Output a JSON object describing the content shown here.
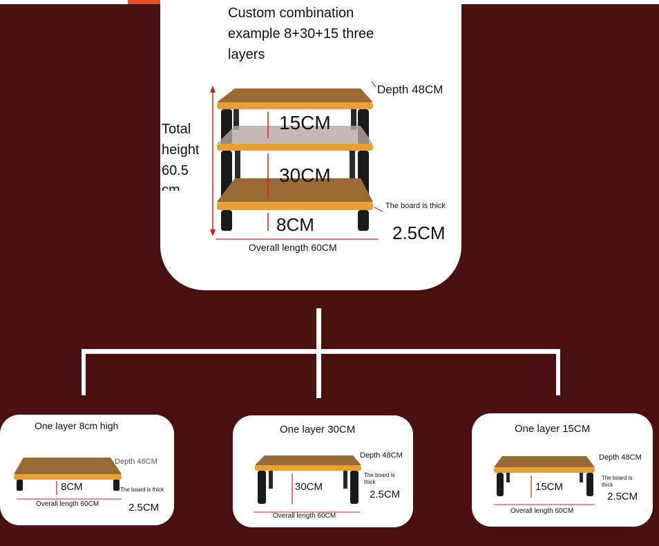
{
  "main": {
    "title_line1": "Custom combination",
    "title_line2": "example 8+30+15 three",
    "title_line3": "layers",
    "depth_label": "Depth 48CM",
    "total_height_line1": "Total",
    "total_height_line2": "height",
    "total_height_line3": "60.5",
    "total_height_line4": "cm",
    "layer_top": "15CM",
    "layer_mid": "30CM",
    "layer_bottom": "8CM",
    "board_note": "The board is thick",
    "board_thickness": "2.5CM",
    "length_label": "Overall length 60CM"
  },
  "options": [
    {
      "title": "One layer 8cm high",
      "height": "8CM",
      "depth": "Depth 48CM",
      "board_note": "The board is thick",
      "thickness": "2.5CM",
      "length": "Overall length 60CM"
    },
    {
      "title": "One layer 30CM",
      "height": "30CM",
      "depth": "Depth 48CM",
      "board_note_1": "The board is",
      "board_note_2": "thick",
      "thickness": "2.5CM",
      "length": "Overall length 60CM"
    },
    {
      "title": "One layer 15CM",
      "height": "15CM",
      "depth": "Depth 48CM",
      "board_note_1": "The board is",
      "board_note_2": "thick",
      "thickness": "2.5CM",
      "length": "Overall length 60CM"
    }
  ],
  "colors": {
    "background": "#4a0f0f",
    "wood": "#9a6a35",
    "frame": "#e8a030",
    "leg": "#1a1a1a",
    "arrow": "#cc2020"
  }
}
